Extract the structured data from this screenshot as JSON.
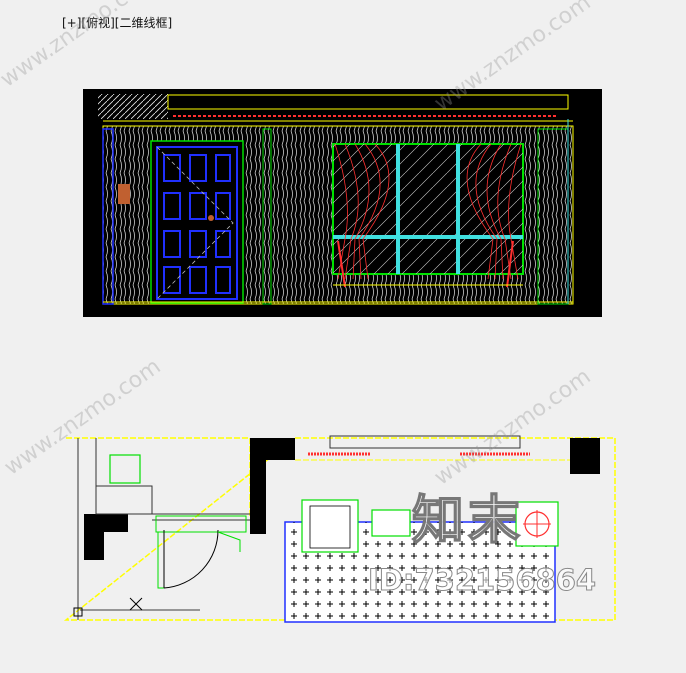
{
  "viewport": {
    "label": "[+][俯视][二维线框]"
  },
  "watermarks": {
    "brand": "知末",
    "id_text": "ID:732156864",
    "site": "www.znzmo.com"
  },
  "colors": {
    "background": "#f0f0f0",
    "frame": "#000000",
    "outline_yellow": "#ffff00",
    "wall_blue": "#2030ff",
    "trim_green": "#00e000",
    "curtain_red": "#ff2020",
    "dim_cyan": "#40e0e0"
  }
}
